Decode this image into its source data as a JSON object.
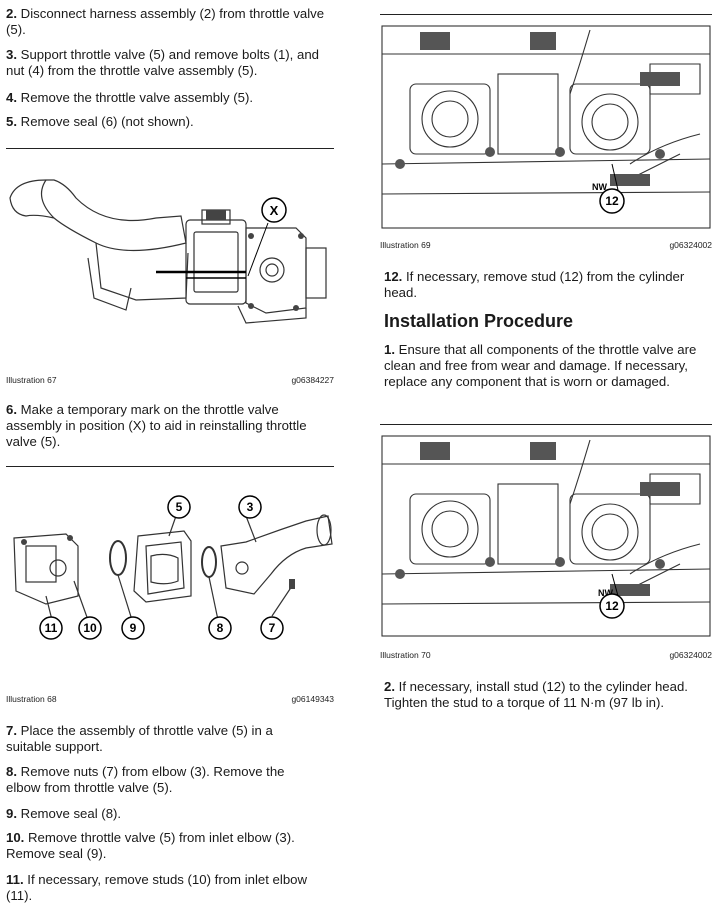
{
  "left": {
    "steps_top": [
      {
        "num": "2.",
        "text": "Disconnect harness assembly (2) from throttle valve (5)."
      },
      {
        "num": "3.",
        "text": "Support throttle valve (5) and remove bolts (1), and nut (4) from the throttle valve assembly (5)."
      },
      {
        "num": "4.",
        "text": "Remove the throttle valve assembly (5)."
      },
      {
        "num": "5.",
        "text": "Remove seal (6) (not shown)."
      }
    ],
    "fig67": {
      "label": "Illustration 67",
      "code": "g06384227",
      "callouts": [
        "X"
      ]
    },
    "step6": {
      "num": "6.",
      "text": "Make a temporary mark on the throttle valve assembly in position (X) to aid in reinstalling throttle valve (5)."
    },
    "fig68": {
      "label": "Illustration 68",
      "code": "g06149343",
      "callouts": [
        "5",
        "3",
        "11",
        "10",
        "9",
        "8",
        "7"
      ]
    },
    "steps_bottom": [
      {
        "num": "7.",
        "text": "Place the assembly of throttle valve (5) in a suitable support."
      },
      {
        "num": "8.",
        "text": "Remove nuts (7) from elbow (3). Remove the elbow from throttle valve (5)."
      },
      {
        "num": "9.",
        "text": "Remove seal (8)."
      },
      {
        "num": "10.",
        "text": "Remove throttle valve (5) from inlet elbow (3). Remove seal (9)."
      },
      {
        "num": "11.",
        "text": "If necessary, remove studs (10) from inlet elbow (11)."
      }
    ]
  },
  "right": {
    "fig69": {
      "label": "Illustration 69",
      "code": "g06324002",
      "callouts": [
        "12"
      ],
      "mark": "NW"
    },
    "step12": {
      "num": "12.",
      "text": "If necessary, remove stud (12) from the cylinder head."
    },
    "heading": "Installation Procedure",
    "install1": {
      "num": "1.",
      "text": "Ensure that all components of the throttle valve are clean and free from wear and damage. If necessary, replace any component that is worn or damaged."
    },
    "fig70": {
      "label": "Illustration 70",
      "code": "g06324002",
      "callouts": [
        "12"
      ],
      "mark": "NW"
    },
    "install2": {
      "num": "2.",
      "text": "If necessary, install stud (12) to the cylinder head. Tighten the stud to a torque of 11 N·m  (97 lb in)."
    }
  }
}
